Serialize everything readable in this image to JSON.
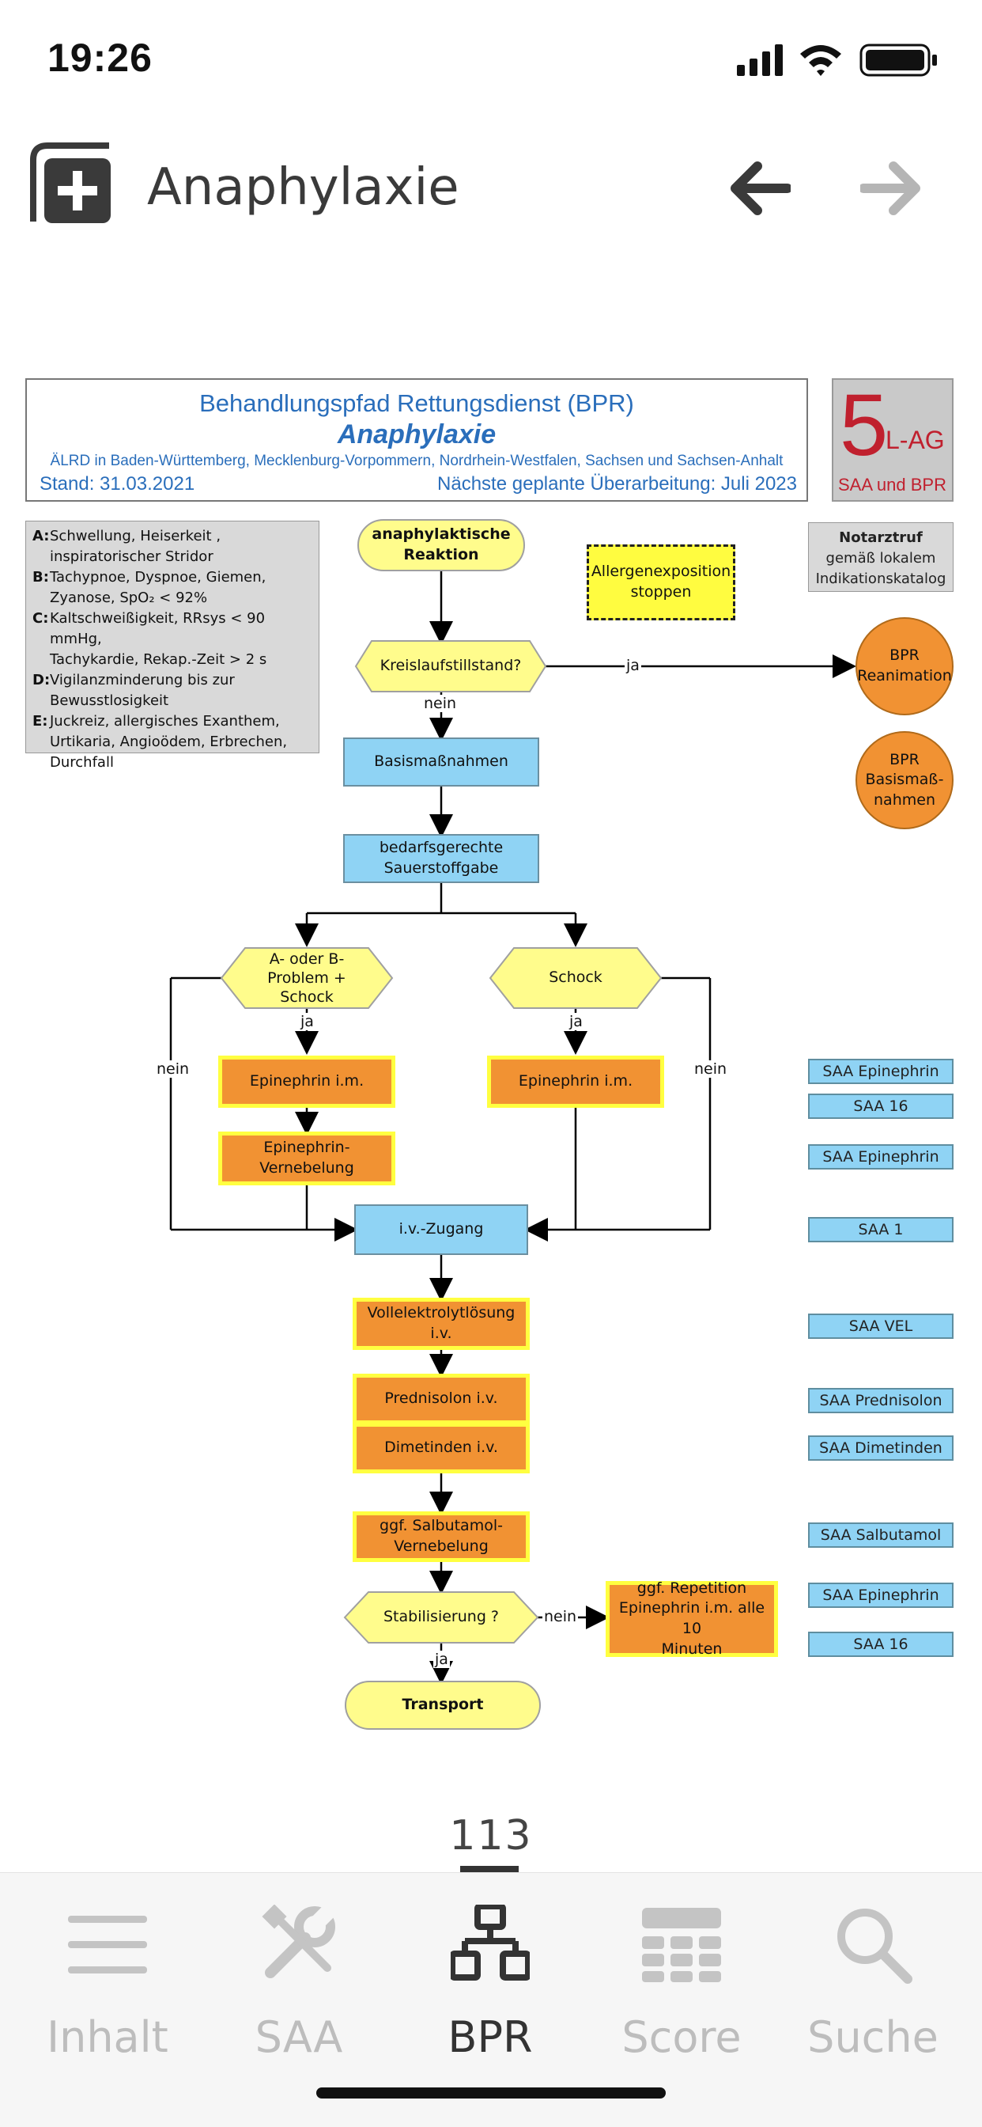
{
  "status_bar": {
    "time": "19:26"
  },
  "header": {
    "title": "Anaphylaxie"
  },
  "document": {
    "title": "Behandlungspfad Rettungsdienst (BPR)",
    "subtitle": "Anaphylaxie",
    "authors": "ÄLRD in Baden-Württemberg, Mecklenburg-Vorpommern, Nordrhein-Westfalen, Sachsen und Sachsen-Anhalt",
    "stand": "Stand: 31.03.2021",
    "next_revision": "Nächste geplante Überarbeitung: Juli 2023",
    "badge": {
      "number": "5",
      "suffix": "L-AG",
      "bottom": "SAA und BPR"
    }
  },
  "criteria": [
    {
      "key": "A:",
      "text": "Schwellung, Heiserkeit ,",
      "cont": "inspiratorischer Stridor"
    },
    {
      "key": "B:",
      "text": "Tachypnoe, Dyspnoe, Giemen,",
      "cont": "Zyanose, SpO₂ < 92%"
    },
    {
      "key": "C:",
      "text": "Kaltschweißigkeit, RRsys < 90 mmHg,",
      "cont": "Tachykardie, Rekap.-Zeit > 2 s"
    },
    {
      "key": "D:",
      "text": "Vigilanzminderung bis zur",
      "cont": "Bewusstlosigkeit"
    },
    {
      "key": "E:",
      "text": "Juckreiz, allergisches Exanthem,",
      "cont": "Urtikaria, Angioödem, Erbrechen,",
      "cont2": "Durchfall"
    }
  ],
  "notarzt": {
    "title": "Notarztruf",
    "line1": "gemäß lokalem",
    "line2": "Indikationskatalog"
  },
  "flow": {
    "start_1": "anaphylaktische",
    "start_2": "Reaktion",
    "allergen_1": "Allergenexposition",
    "allergen_2": "stoppen",
    "decision_arrest": "Kreislaufstillstand?",
    "label_ja": "ja",
    "label_nein": "nein",
    "bpr_reanimation_1": "BPR",
    "bpr_reanimation_2": "Reanimation",
    "bpr_basis_1": "BPR",
    "bpr_basis_2": "Basismaß-",
    "bpr_basis_3": "nahmen",
    "basis": "Basismaßnahmen",
    "oxygen_1": "bedarfsgerechte",
    "oxygen_2": "Sauerstoffgabe",
    "decision_ab_1": "A- oder B-",
    "decision_ab_2": "Problem  +",
    "decision_ab_3": "Schock",
    "decision_shock": "Schock",
    "epi_im_left": "Epinephrin i.m.",
    "epi_im_right": "Epinephrin i.m.",
    "epi_neb_1": "Epinephrin-",
    "epi_neb_2": "Vernebelung",
    "iv_access": "i.v.-Zugang",
    "vel_1": "Vollelektrolytlösung",
    "vel_2": "i.v.",
    "prednisolon": "Prednisolon i.v.",
    "dimetinden": "Dimetinden i.v.",
    "salbutamol_1": "ggf. Salbutamol-",
    "salbutamol_2": "Vernebelung",
    "decision_stable": "Stabilisierung ?",
    "repeat_1": "ggf. Repetition",
    "repeat_2": "Epinephrin i.m. alle 10",
    "repeat_3": "Minuten",
    "transport": "Transport"
  },
  "saa_links": [
    "SAA Epinephrin",
    "SAA 16",
    "SAA Epinephrin",
    "SAA 1",
    "SAA VEL",
    "SAA Prednisolon",
    "SAA Dimetinden",
    "SAA Salbutamol",
    "SAA Epinephrin",
    "SAA 16"
  ],
  "pager": {
    "page": "113"
  },
  "tabs": [
    {
      "label": "Inhalt",
      "icon": "menu-icon",
      "active": false
    },
    {
      "label": "SAA",
      "icon": "tools-icon",
      "active": false
    },
    {
      "label": "BPR",
      "icon": "flowchart-icon",
      "active": true
    },
    {
      "label": "Score",
      "icon": "calculator-icon",
      "active": false
    },
    {
      "label": "Suche",
      "icon": "search-icon",
      "active": false
    }
  ],
  "colors": {
    "accent_blue": "#2a6ebb",
    "flow_yellow": "#fffc8c",
    "flow_blue": "#8fd3f4",
    "flow_orange": "#f19233",
    "badge_red": "#c0202e"
  }
}
